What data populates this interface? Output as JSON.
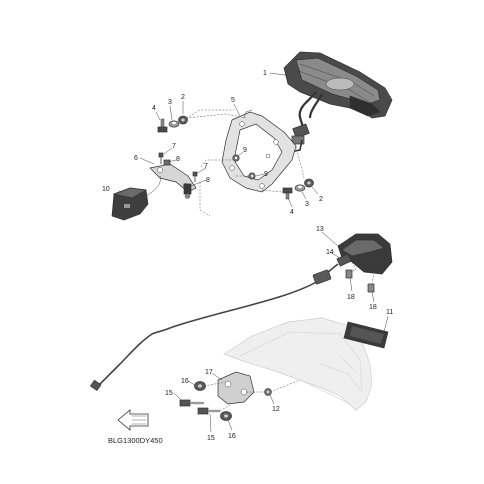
{
  "diagram": {
    "drawing_code": "BLG1300DY450",
    "callouts": {
      "c1": "1",
      "c2a": "2",
      "c2b": "2",
      "c3a": "3",
      "c3b": "3",
      "c4a": "4",
      "c4b": "4",
      "c5": "5",
      "c6": "6",
      "c7a": "7",
      "c7b": "7",
      "c8a": "8",
      "c8b": "8",
      "c9a": "9",
      "c9b": "9",
      "c10": "10",
      "c11": "11",
      "c12": "12",
      "c13": "13",
      "c14": "14",
      "c15a": "15",
      "c15b": "15",
      "c16a": "16",
      "c16b": "16",
      "c17": "17",
      "c18a": "18",
      "c18b": "18"
    },
    "colors": {
      "line": "#333333",
      "part_dark": "#3a3a3a",
      "part_mid": "#8a8a8a",
      "part_light": "#d9d9d9",
      "fender_light": "#ececec"
    }
  }
}
